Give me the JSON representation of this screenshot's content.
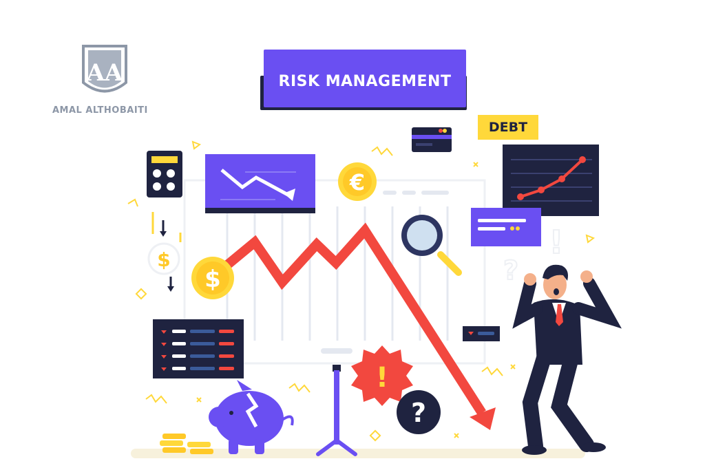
{
  "logo": {
    "monogram": "AA",
    "name": "AMAL ALTHOBAITI"
  },
  "title": "RISK MANAGEMENT",
  "tags": {
    "debt": "DEBT"
  },
  "icons": {
    "euro": "€",
    "dollar": "$",
    "warning": "!",
    "question": "?",
    "exclamation": "!"
  },
  "colors": {
    "purple": "#6a4ff2",
    "navy": "#1f2340",
    "red": "#f2483f",
    "yellow": "#ffd83a",
    "grey": "#8d97a7"
  }
}
